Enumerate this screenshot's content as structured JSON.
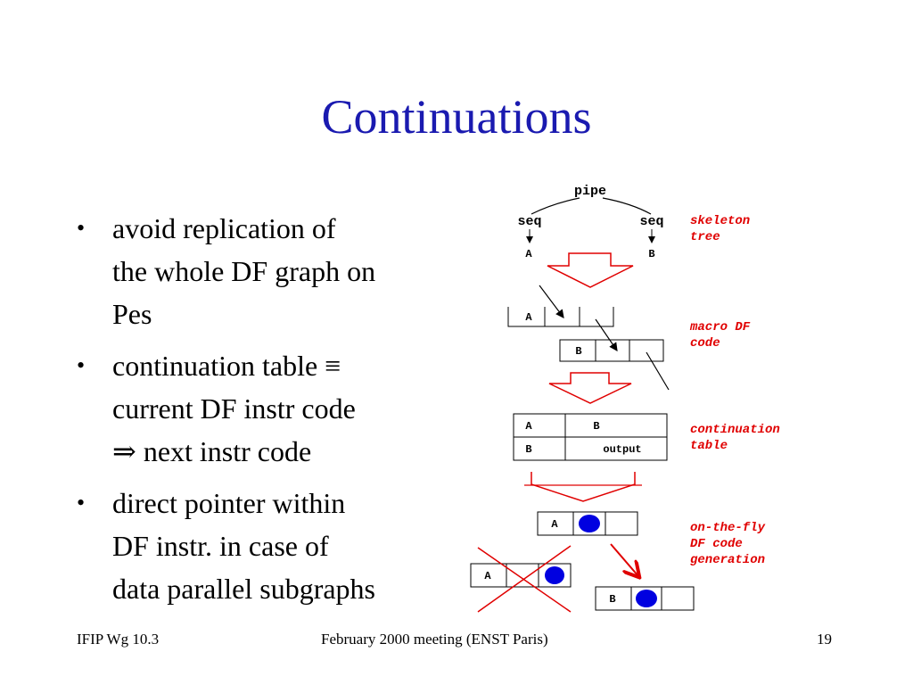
{
  "slide": {
    "title": "Continuations",
    "bullets": [
      {
        "lines": [
          "avoid replication of",
          "the whole DF graph on",
          "Pes"
        ]
      },
      {
        "lines": [
          "continuation table ≡",
          "current DF instr code",
          "⇒  next instr code"
        ]
      },
      {
        "lines": [
          "direct pointer within",
          "DF instr. in case of",
          "data parallel subgraphs"
        ]
      }
    ]
  },
  "diagram": {
    "tree": {
      "root": "pipe",
      "left": "seq",
      "right": "seq",
      "left_leaf": "A",
      "right_leaf": "B"
    },
    "macro_code": {
      "row1": "A",
      "row2": "B"
    },
    "continuation_table": {
      "rows": [
        [
          "A",
          "B"
        ],
        [
          "B",
          "output"
        ]
      ]
    },
    "fly": {
      "box1": "A",
      "box2": "A",
      "box3": "B"
    },
    "labels": {
      "skeleton_1": "skeleton",
      "skeleton_2": "tree",
      "macro_1": "macro DF",
      "macro_2": "code",
      "cont_1": "continuation",
      "cont_2": "table",
      "fly_1": "on-the-fly",
      "fly_2": "DF code",
      "fly_3": "generation"
    },
    "colors": {
      "title": "#1a1ab0",
      "annotation": "#e00000",
      "dot": "#0000e0"
    }
  },
  "footer": {
    "left": "IFIP Wg 10.3",
    "center": "February 2000 meeting (ENST Paris)",
    "right": "19"
  }
}
